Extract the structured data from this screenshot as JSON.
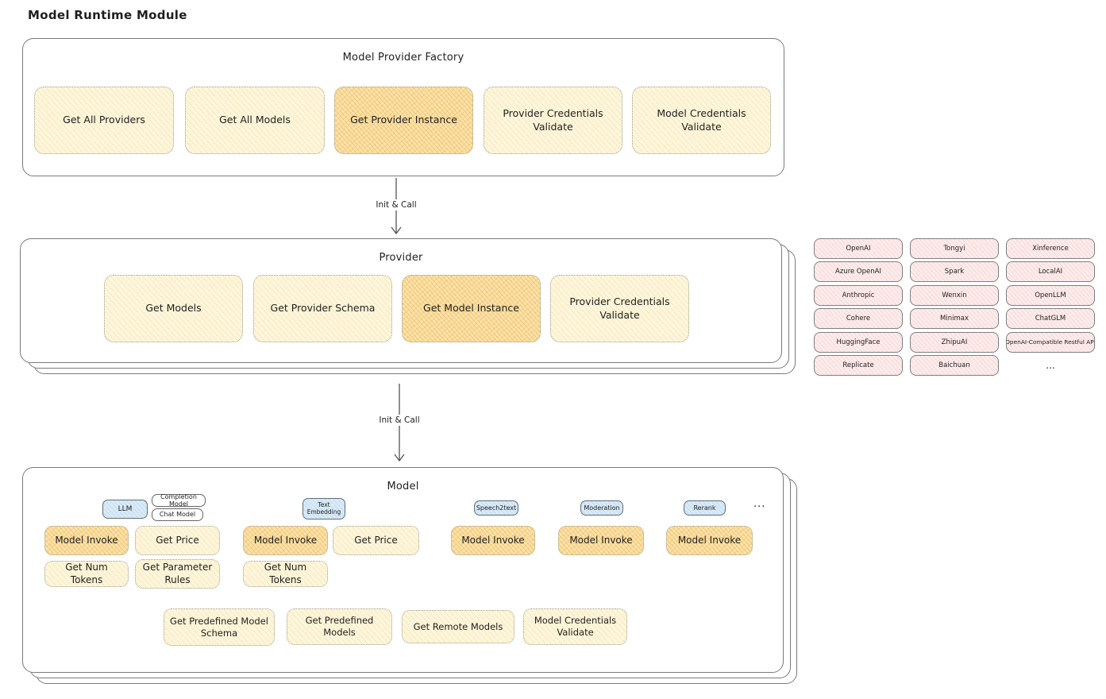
{
  "page": {
    "title": "Model Runtime Module"
  },
  "colors": {
    "accent_yellow": "#fdf6dc",
    "yellow_hatch": "#eec56e",
    "highlight_orange": "#fbe3ab",
    "orange_hatch": "#e9a741",
    "pink": "#fdecec",
    "pink_hatch": "#eba0a0",
    "blue": "#daeaf7",
    "blue_hatch": "#96c3e6",
    "border": "#7a7a7a",
    "text": "#1f1f1f"
  },
  "factory": {
    "title": "Model Provider Factory",
    "buttons": [
      {
        "label": "Get All Providers",
        "highlight": false
      },
      {
        "label": "Get All Models",
        "highlight": false
      },
      {
        "label": "Get Provider Instance",
        "highlight": true
      },
      {
        "label": "Provider Credentials Validate",
        "highlight": false
      },
      {
        "label": "Model Credentials Validate",
        "highlight": false
      }
    ]
  },
  "arrows": {
    "label": "Init & Call"
  },
  "provider": {
    "title": "Provider",
    "buttons": [
      {
        "label": "Get Models",
        "highlight": false
      },
      {
        "label": "Get Provider Schema",
        "highlight": false
      },
      {
        "label": "Get Model Instance",
        "highlight": true
      },
      {
        "label": "Provider Credentials Validate",
        "highlight": false
      }
    ]
  },
  "providers_list": {
    "rows": [
      [
        "OpenAI",
        "Tongyi",
        "Xinference"
      ],
      [
        "Azure OpenAI",
        "Spark",
        "LocalAI"
      ],
      [
        "Anthropic",
        "Wenxin",
        "OpenLLM"
      ],
      [
        "Cohere",
        "Minimax",
        "ChatGLM"
      ],
      [
        "HuggingFace",
        "ZhipuAI",
        "OpenAI-Compatible Restful API"
      ],
      [
        "Replicate",
        "Baichuan",
        "..."
      ]
    ]
  },
  "model": {
    "title": "Model",
    "tags": {
      "llm": "LLM",
      "completion": "Completion Model",
      "chat": "Chat Model",
      "text_embedding": "Text Embedding",
      "speech2text": "Speech2text",
      "moderation": "Moderation",
      "rerank": "Rerank",
      "more": "..."
    },
    "buttons": {
      "model_invoke": "Model Invoke",
      "get_price": "Get Price",
      "get_num_tokens": "Get Num Tokens",
      "get_parameter_rules": "Get Parameter Rules",
      "get_predefined_model_schema": "Get Predefined Model Schema",
      "get_predefined_models": "Get Predefined Models",
      "get_remote_models": "Get Remote Models",
      "model_credentials_validate": "Model Credentials Validate"
    }
  }
}
